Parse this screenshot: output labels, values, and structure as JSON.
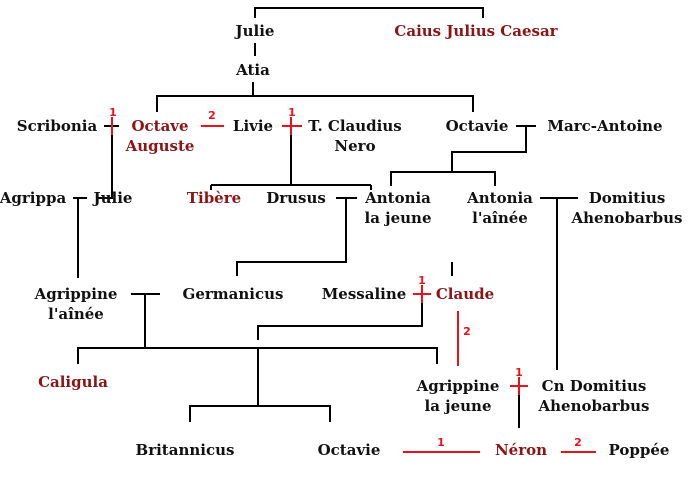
{
  "colors": {
    "line": "#000000",
    "marriage": "#e8121c",
    "emperor": "#8b1414",
    "person": "#111111"
  },
  "people": {
    "julie_senior": "Julie",
    "caesar": "Caius Julius Caesar",
    "atia": "Atia",
    "scribonia": "Scribonia",
    "octave_l1": "Octave",
    "octave_l2": "Auguste",
    "livie": "Livie",
    "claudius_nero_l1": "T. Claudius",
    "claudius_nero_l2": "Nero",
    "octavie": "Octavie",
    "marc_antoine": "Marc-Antoine",
    "agrippa": "Agrippa",
    "julie": "Julie",
    "tibere": "Tibère",
    "drusus": "Drusus",
    "antonia_minor_l1": "Antonia",
    "antonia_minor_l2": "la jeune",
    "antonia_major_l1": "Antonia",
    "antonia_major_l2": "l'aînée",
    "domitius_l1": "Domitius",
    "domitius_l2": "Ahenobarbus",
    "agrippine_major_l1": "Agrippine",
    "agrippine_major_l2": "l'aînée",
    "germanicus": "Germanicus",
    "messaline": "Messaline",
    "claude": "Claude",
    "caligula": "Caligula",
    "agrippine_minor_l1": "Agrippine",
    "agrippine_minor_l2": "la jeune",
    "cn_domitius_l1": "Cn Domitius",
    "cn_domitius_l2": "Ahenobarbus",
    "britannicus": "Britannicus",
    "octavie_junior": "Octavie",
    "neron": "Néron",
    "poppee": "Poppée"
  },
  "marriage_marks": {
    "scribonia_octave": "1",
    "octave_livie": "2",
    "livie_nero": "1",
    "messaline_claude": "1",
    "claude_agrippine": "2",
    "agrippine_cndomitius": "1",
    "octavie_neron": "1",
    "neron_poppee": "2"
  }
}
